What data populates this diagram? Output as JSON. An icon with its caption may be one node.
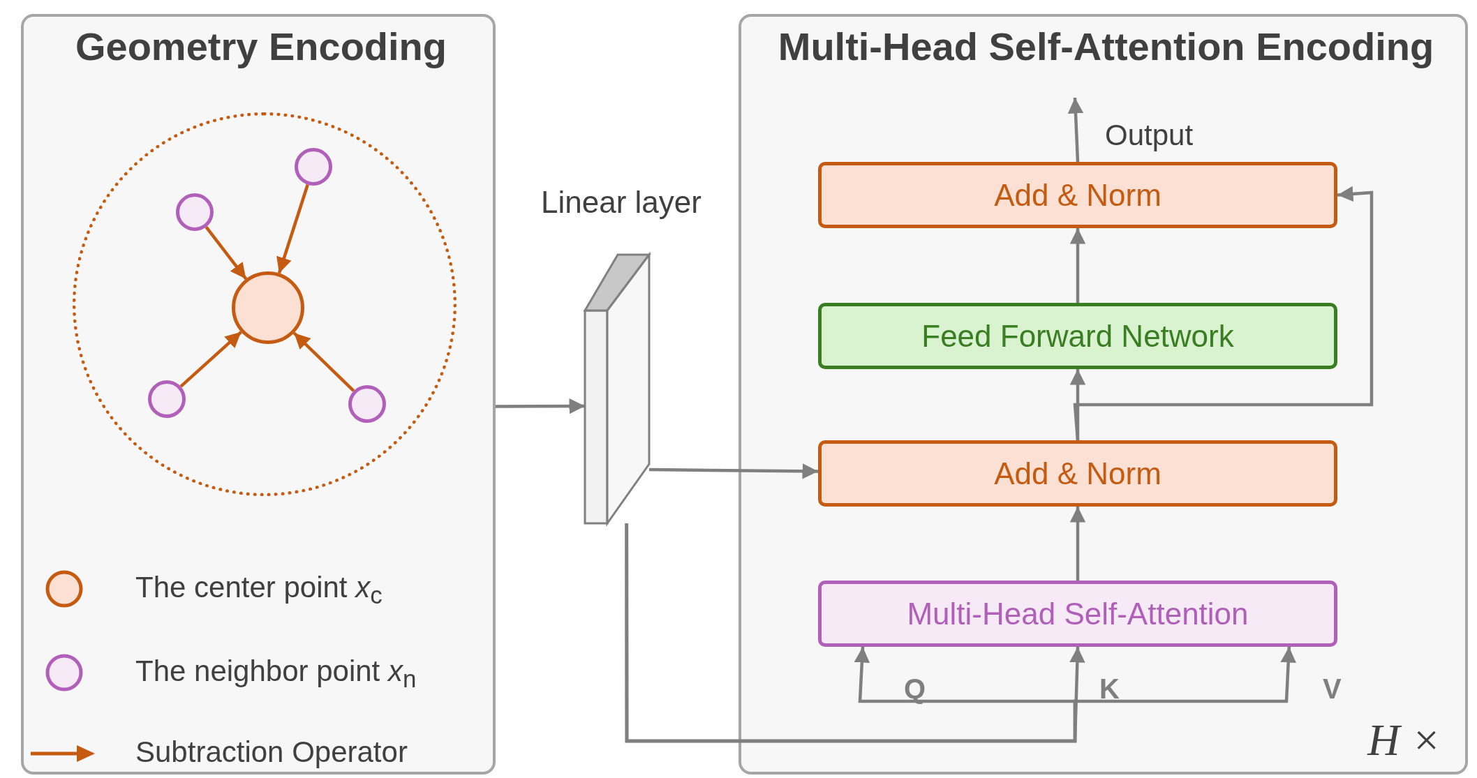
{
  "diagram": {
    "nodes": [
      {
        "text": [
          "Geometry Encoding"
        ]
      },
      {
        "text": [],
        "shape": "circle",
        "in": 0
      },
      {
        "text": [],
        "shape": "circle",
        "in": 1
      },
      {
        "text": [],
        "shape": "circle",
        "in": 1
      },
      {
        "text": [],
        "shape": "circle",
        "in": 1
      },
      {
        "text": [],
        "shape": "circle",
        "in": 1
      },
      {
        "text": [],
        "shape": "circle",
        "in": 1
      },
      {
        "text": [
          "Linear layer"
        ]
      },
      {
        "text": [
          "Multi-Head Self-Attention Encoding",
          "H ×"
        ]
      },
      {
        "text": [
          "Add & Norm"
        ],
        "in": 8
      },
      {
        "text": [
          "Feed Forward Network"
        ],
        "in": 8
      },
      {
        "text": [
          "Add & Norm"
        ],
        "in": 8
      },
      {
        "text": [
          "Multi-Head Self-Attention"
        ],
        "in": 8
      }
    ],
    "edges": [
      {
        "from": 3,
        "to": 2,
        "arrow": "to",
        "color": "#c55a11"
      },
      {
        "from": 4,
        "to": 2,
        "arrow": "to",
        "color": "#c55a11"
      },
      {
        "from": 5,
        "to": 2,
        "arrow": "to",
        "color": "#c55a11"
      },
      {
        "from": 6,
        "to": 2,
        "arrow": "to",
        "color": "#c55a11"
      },
      {
        "from": 0,
        "to": 7,
        "arrow": "to"
      },
      {
        "from": 7,
        "to": 11,
        "arrow": "to"
      },
      {
        "from": 7,
        "to": 12,
        "arrow": "to",
        "label": "Q"
      },
      {
        "from": 7,
        "to": 12,
        "arrow": "to",
        "label": "K"
      },
      {
        "from": 7,
        "to": 12,
        "arrow": "to",
        "label": "V"
      },
      {
        "from": 12,
        "to": 11,
        "arrow": "to"
      },
      {
        "from": 11,
        "to": 10,
        "arrow": "to"
      },
      {
        "from": 11,
        "to": 9,
        "arrow": "to"
      },
      {
        "from": 10,
        "to": 9,
        "arrow": "to"
      },
      {
        "from": 9,
        "to": null,
        "arrow": "to",
        "label": "Output"
      }
    ],
    "legend": [
      {
        "text": "The center point *x*$_{c}$"
      },
      {
        "text": "The neighbor point *x*$_{n}$"
      },
      {
        "text": "Subtraction Operator"
      }
    ]
  }
}
